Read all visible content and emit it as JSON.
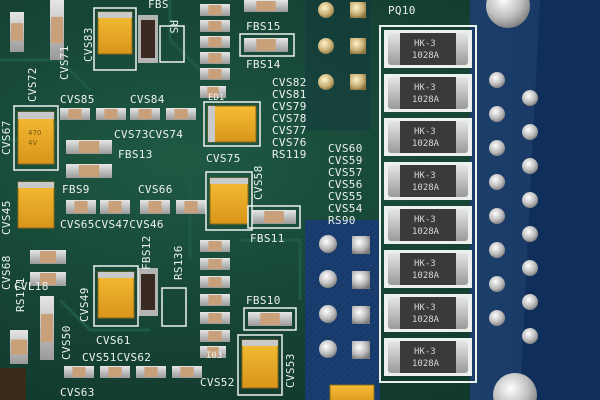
{
  "labels": {
    "cvs83": "CVS83",
    "fbs": "FBS",
    "rs": "RS",
    "cvs71": "CVS71",
    "cvs72": "CVS72",
    "cvs85": "CVS85",
    "cvs84": "CVS84",
    "cvs67": "CVS67",
    "cvs73_74": "CVS73CVS74",
    "fbs13": "FBS13",
    "fbs9": "FBS9",
    "cvs66": "CVS66",
    "cvs45": "CVS45",
    "cvs65_47_46": "CVS65CVS47CVS46",
    "cvs75": "CVS75",
    "cvs58": "CVS58",
    "fbs12": "FBS12",
    "rs136": "RS136",
    "fbs11": "FBS11",
    "cvs68": "CVS68",
    "rs171": "RS171",
    "cvl18": "CVL18",
    "cvs49": "CVS49",
    "cvs50": "CVS50",
    "cvs61": "CVS61",
    "cvs51_62": "CVS51CVS62",
    "cvs63": "CVS63",
    "fbs10": "FBS10",
    "cvs52": "CVS52",
    "cvs53": "CVS53",
    "fbs15": "FBS15",
    "fbs14": "FBS14",
    "pq10": "PQ10",
    "stack_top": [
      "CVS82",
      "CVS81",
      "CVS79",
      "CVS78",
      "CVS77",
      "CVS76",
      "RS119"
    ],
    "stack_mid": [
      "CVS60",
      "CVS59",
      "CVS57",
      "CVS56",
      "CVS55",
      "CVS54",
      "RS90"
    ],
    "ed1": "ED1",
    "ic3": "I03"
  },
  "chips": [
    {
      "line1": "HK-3",
      "line2": "1028A"
    },
    {
      "line1": "HK-3",
      "line2": "1028A"
    },
    {
      "line1": "HK-3",
      "line2": "1028A"
    },
    {
      "line1": "HK-3",
      "line2": "1028A"
    },
    {
      "line1": "HK-3",
      "line2": "1028A"
    },
    {
      "line1": "HK-3",
      "line2": "1028A"
    },
    {
      "line1": "HK-3",
      "line2": "1028A"
    },
    {
      "line1": "HK-3",
      "line2": "1028A"
    }
  ],
  "caps": {
    "c1": "470",
    "c2": "4V"
  },
  "colors": {
    "board": "#164536",
    "copper_pour": "#1b3f7a",
    "silkscreen": "#ecf1ee",
    "tantalum": "#e8a820",
    "chip_body": "#3a3a3a",
    "pad_silver": "#c9c9c9"
  }
}
